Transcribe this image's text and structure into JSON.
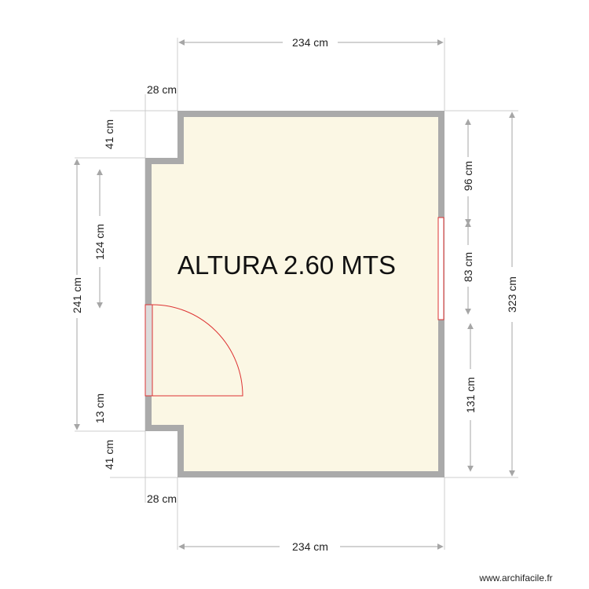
{
  "plan": {
    "room_label": "ALTURA 2.60 MTS",
    "colors": {
      "wall": "#aaaaaa",
      "floor": "#fbf7e4",
      "opening_outline": "#dd3333",
      "door_fill": "#dcdcdc",
      "window_fill": "#ffffff",
      "dimension_line": "#a6a6a6",
      "extension_line": "#cccccc"
    },
    "openings": [
      {
        "type": "door",
        "wall": "left",
        "name": "door"
      },
      {
        "type": "window",
        "wall": "right",
        "name": "window"
      }
    ]
  },
  "dimensions": {
    "top_width": "234 cm",
    "bottom_width": "234 cm",
    "top_notch_width": "28 cm",
    "bottom_notch_width": "28 cm",
    "top_notch_depth": "41 cm",
    "bottom_notch_depth": "41 cm",
    "left_wall_total": "241 cm",
    "left_wall_to_door": "124 cm",
    "left_door_to_corner": "13 cm",
    "right_wall_total": "323 cm",
    "right_top_to_window": "96 cm",
    "right_window_width": "83 cm",
    "right_window_to_bottom": "131 cm"
  },
  "footer": {
    "credit": "www.archifacile.fr"
  }
}
